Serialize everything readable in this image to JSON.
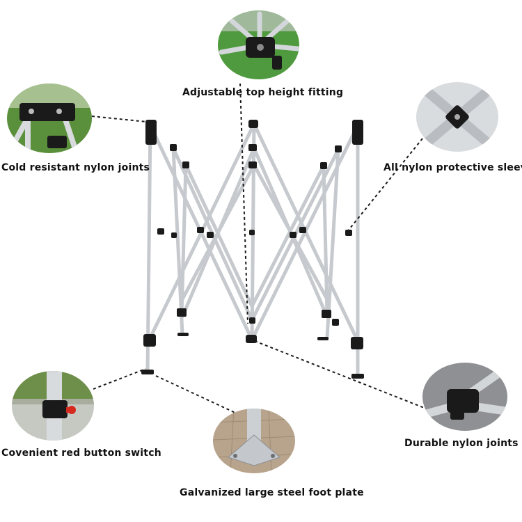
{
  "product": {
    "name": "folding canopy tent frame",
    "frame_color": "#c9ccd0",
    "joint_color": "#1a1a1a",
    "accent_color": "#d62a1e"
  },
  "features": [
    {
      "key": "top",
      "label": "Adjustable top height fitting",
      "icon": "top-height-fitting-icon"
    },
    {
      "key": "cold",
      "label": "Cold resistant nylon joints",
      "icon": "nylon-joint-icon"
    },
    {
      "key": "sleeve",
      "label": "All nylon protective sleeve",
      "icon": "protective-sleeve-icon"
    },
    {
      "key": "button",
      "label": "Covenient red button switch",
      "icon": "red-button-switch-icon"
    },
    {
      "key": "durable",
      "label": "Durable nylon joints",
      "icon": "durable-joint-icon"
    },
    {
      "key": "plate",
      "label": "Galvanized large steel foot plate",
      "icon": "foot-plate-icon"
    }
  ]
}
